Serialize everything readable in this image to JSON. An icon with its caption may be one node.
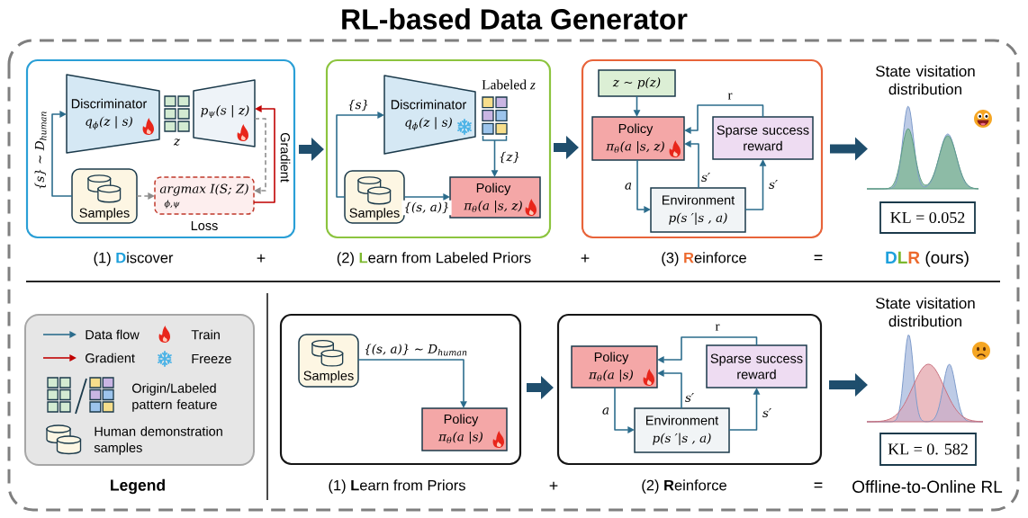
{
  "diagram": {
    "title": "RL-based Data Generator",
    "nodes": [
      {
        "text": [
          "(1) **D**iscover"
        ]
      },
      {
        "text": [
          "Discriminator",
          "q$_{ϕ}$(z | s)"
        ],
        "in": 0
      },
      {
        "text": [],
        "shape": "grid",
        "beside": [
          "z"
        ],
        "in": 0
      },
      {
        "text": [
          "p$_{ψ}$(s | z)"
        ],
        "in": 0
      },
      {
        "text": [
          "Samples"
        ],
        "in": 0
      },
      {
        "text": [
          "argmax I(S; Z)",
          "ϕ,ψ"
        ],
        "beside": [
          "Loss"
        ],
        "in": 0
      },
      {
        "text": [
          "(2) **L**earn from Labeled Priors"
        ]
      },
      {
        "text": [
          "Discriminator",
          "q$_{ϕ}$(z | s)"
        ],
        "in": 6
      },
      {
        "text": [],
        "shape": "grid",
        "beside": [
          "Labeled *z*"
        ],
        "in": 6
      },
      {
        "text": [
          "Samples"
        ],
        "in": 6
      },
      {
        "text": [
          "Policy",
          "π$_{θ}$(a |s, z)"
        ],
        "in": 6
      },
      {
        "text": [
          "(3) **R**einforce"
        ]
      },
      {
        "text": [
          "z ∼ p(z)"
        ],
        "in": 11
      },
      {
        "text": [
          "Policy",
          "π$_{θ}$(a |s, z)"
        ],
        "in": 11
      },
      {
        "text": [
          "Sparse success reward"
        ],
        "in": 11
      },
      {
        "text": [
          "Environment",
          "p(s ′|s , a)"
        ],
        "in": 11
      },
      {
        "text": [],
        "shape": "picture",
        "beside": [
          "State visitation distribution"
        ]
      },
      {
        "text": [
          "KL = 0.052"
        ],
        "beside": [
          "**DLR** (ours)"
        ]
      },
      {
        "text": [
          "(1) **L**earn from Priors"
        ]
      },
      {
        "text": [
          "Samples"
        ],
        "in": 18
      },
      {
        "text": [
          "Policy",
          "π$_{θ}$(a |s)"
        ],
        "in": 18
      },
      {
        "text": [
          "(2) **R**einforce"
        ]
      },
      {
        "text": [
          "Policy",
          "π$_{θ}$(a |s)"
        ],
        "in": 21
      },
      {
        "text": [
          "Sparse success reward"
        ],
        "in": 21
      },
      {
        "text": [
          "Environment",
          "p(s ′|s , a)"
        ],
        "in": 21
      },
      {
        "text": [],
        "shape": "picture",
        "beside": [
          "State visitation distribution"
        ]
      },
      {
        "text": [
          "KL = 0. 582"
        ],
        "beside": [
          "Offline-to-Online RL"
        ]
      }
    ],
    "edges": [
      {
        "from": 4,
        "to": 1,
        "arrow": "to",
        "label": "{s} ∼ D$_{human}$"
      },
      {
        "from": 4,
        "to": 5,
        "arrow": "to",
        "style": "dashed",
        "color": "#8c8c8c"
      },
      {
        "from": 3,
        "to": 5,
        "arrow": "to",
        "style": "dashed",
        "color": "#8c8c8c"
      },
      {
        "from": 5,
        "to": 3,
        "arrow": "to",
        "label": "Gradient",
        "color": "#c00000"
      },
      {
        "from": 0,
        "to": 6,
        "arrow": "to",
        "style": "thick"
      },
      {
        "from": 9,
        "to": 7,
        "arrow": "to",
        "label": "{s}"
      },
      {
        "from": 8,
        "to": 10,
        "arrow": "to",
        "label": "{z}"
      },
      {
        "from": 9,
        "to": 10,
        "arrow": "to",
        "label": "{(s, a)}"
      },
      {
        "from": 6,
        "to": 11,
        "arrow": "to",
        "style": "thick"
      },
      {
        "from": 12,
        "to": 13,
        "arrow": "to"
      },
      {
        "from": 14,
        "to": 13,
        "arrow": "to",
        "label": "r"
      },
      {
        "from": 15,
        "to": 13,
        "arrow": "to",
        "label": "s′"
      },
      {
        "from": 13,
        "to": 15,
        "arrow": "to",
        "label": "a"
      },
      {
        "from": 15,
        "to": 14,
        "arrow": "to",
        "label": "s′"
      },
      {
        "from": 11,
        "to": 16,
        "arrow": "to",
        "style": "thick"
      },
      {
        "from": 19,
        "to": 20,
        "arrow": "to",
        "label": "{(s, a)} ∼ D$_{human}$"
      },
      {
        "from": 18,
        "to": 21,
        "arrow": "to",
        "style": "thick"
      },
      {
        "from": 23,
        "to": 22,
        "arrow": "to",
        "label": "r"
      },
      {
        "from": 24,
        "to": 22,
        "arrow": "to",
        "label": "s′"
      },
      {
        "from": 22,
        "to": 24,
        "arrow": "to",
        "label": "a"
      },
      {
        "from": 24,
        "to": 23,
        "arrow": "to",
        "label": "s′"
      },
      {
        "from": 21,
        "to": 25,
        "arrow": "to",
        "style": "thick"
      }
    ],
    "labels": [
      "+",
      "+",
      "=",
      "Legend",
      "+",
      "="
    ],
    "legend": [
      {
        "text": "Data flow"
      },
      {
        "text": "Train"
      },
      {
        "text": "Gradient"
      },
      {
        "text": "Freeze"
      },
      {
        "text": "Origin/Labeled pattern feature"
      },
      {
        "text": "Human demonstration samples"
      }
    ]
  }
}
